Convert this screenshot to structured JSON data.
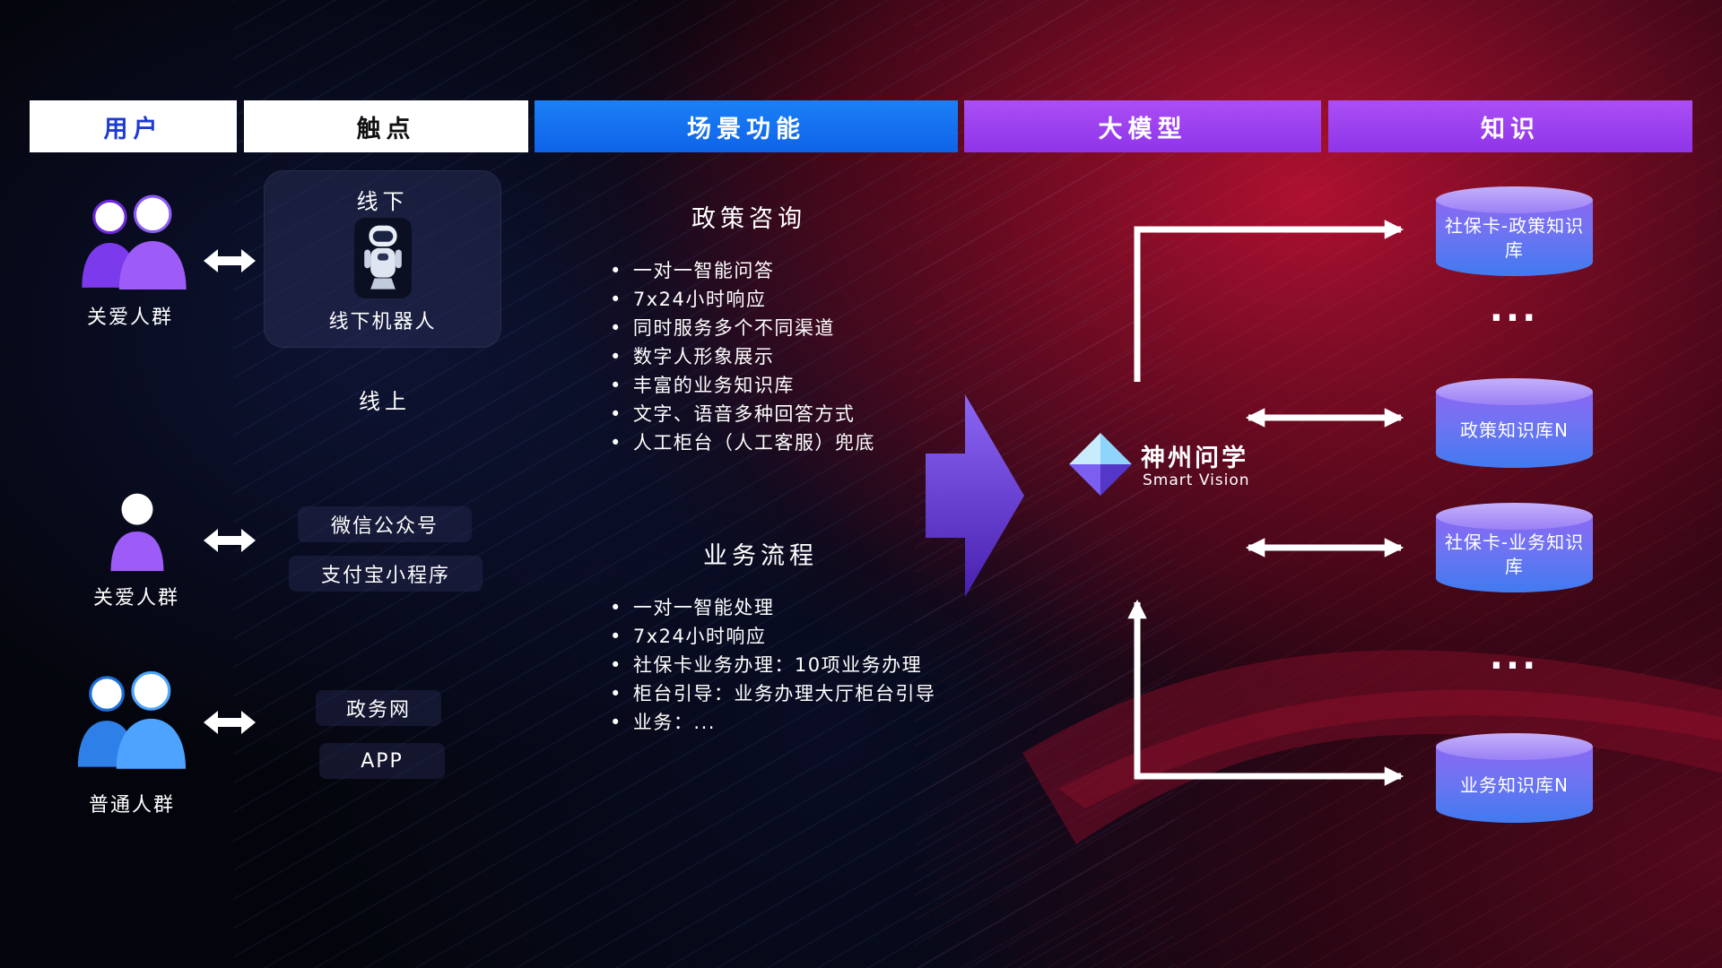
{
  "ui": {
    "bullet": "•",
    "ellipsis": "..."
  },
  "header": {
    "columns": [
      {
        "label": "用户"
      },
      {
        "label": "触点"
      },
      {
        "label": "场景功能"
      },
      {
        "label": "大模型"
      },
      {
        "label": "知识"
      }
    ]
  },
  "users": {
    "groups": [
      {
        "label": "关爱人群"
      },
      {
        "label": "关爱人群"
      },
      {
        "label": "普通人群"
      }
    ]
  },
  "touchpoints": {
    "offline_title": "线下",
    "offline_robot_label": "线下机器人",
    "online_title": "线上",
    "channels": [
      "微信公众号",
      "支付宝小程序",
      "政务网",
      "APP"
    ]
  },
  "scenario": {
    "policy": {
      "title": "政策咨询",
      "items": [
        "一对一智能问答",
        "7x24小时响应",
        "同时服务多个不同渠道",
        "数字人形象展示",
        "丰富的业务知识库",
        "文字、语音多种回答方式",
        "人工柜台（人工客服）兜底"
      ]
    },
    "process": {
      "title": "业务流程",
      "items": [
        "一对一智能处理",
        "7x24小时响应",
        "社保卡业务办理：10项业务办理",
        "柜台引导：业务办理大厅柜台引导",
        "业务：..."
      ]
    }
  },
  "model": {
    "name": "神州问学",
    "subtitle": "Smart Vision"
  },
  "knowledge": {
    "databases": [
      "社保卡-政策知识库",
      "政策知识库N",
      "社保卡-业务知识库",
      "业务知识库N"
    ]
  },
  "colors": {
    "scene_header_blue": "#1273f2",
    "model_header_purple": "#a44cf2",
    "user_header_text": "#1d3bd0",
    "db_gradient_top": "#8a68f3",
    "db_gradient_bottom": "#417af0",
    "big_arrow_purple": "#6d3df0",
    "connector_arrow": "#ffffff",
    "background_red": "#b00d2f",
    "background_navy": "#0a1030"
  }
}
